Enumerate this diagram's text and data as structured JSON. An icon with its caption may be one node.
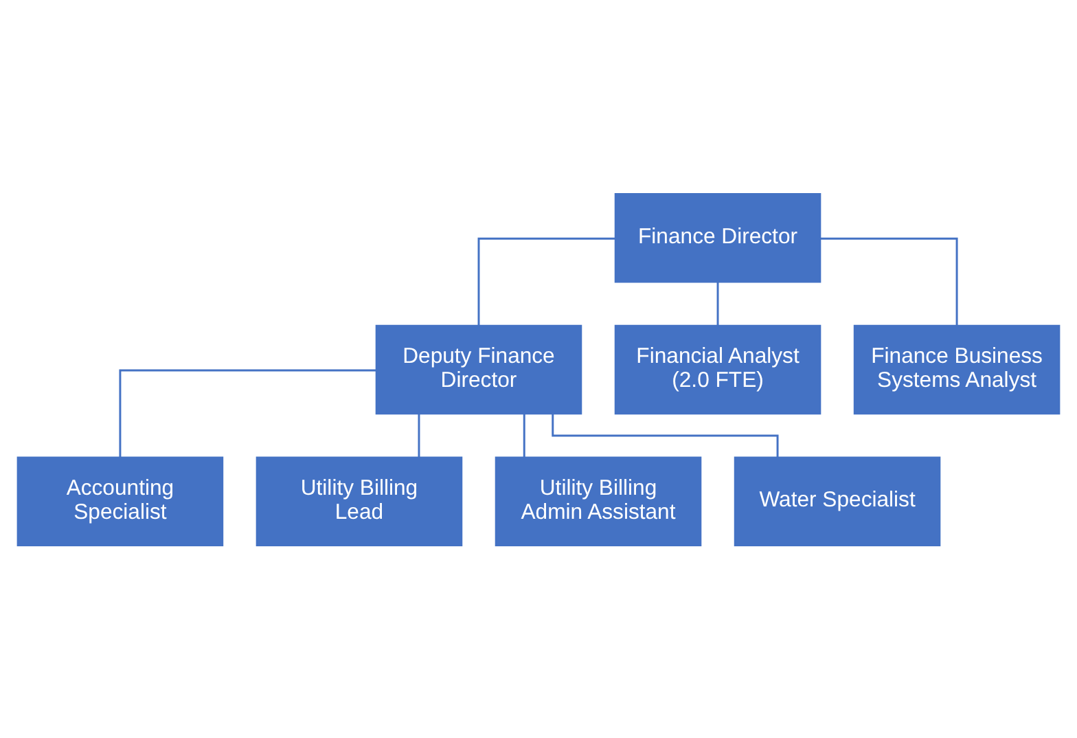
{
  "diagram": {
    "nodes": [
      {
        "text": [
          "Finance Director"
        ]
      },
      {
        "text": [
          "Deputy Finance Director"
        ]
      },
      {
        "text": [
          "Accounting Specialist"
        ]
      },
      {
        "text": [
          "Utility Billing Lead"
        ]
      },
      {
        "text": [
          "Utility Billing Admin Assistant"
        ]
      },
      {
        "text": [
          "Water Specialist"
        ]
      },
      {
        "text": [
          "Financial Analyst (2.0 FTE)"
        ]
      },
      {
        "text": [
          "Finance Business Systems Analyst"
        ]
      }
    ],
    "edges": [
      {
        "from": 0,
        "to": 1,
        "arrow": "none"
      },
      {
        "from": 0,
        "to": 6,
        "arrow": "none"
      },
      {
        "from": 0,
        "to": 7,
        "arrow": "none"
      },
      {
        "from": 1,
        "to": 2,
        "arrow": "none"
      },
      {
        "from": 1,
        "to": 3,
        "arrow": "none"
      },
      {
        "from": 1,
        "to": 4,
        "arrow": "none"
      },
      {
        "from": 1,
        "to": 5,
        "arrow": "none"
      }
    ]
  }
}
